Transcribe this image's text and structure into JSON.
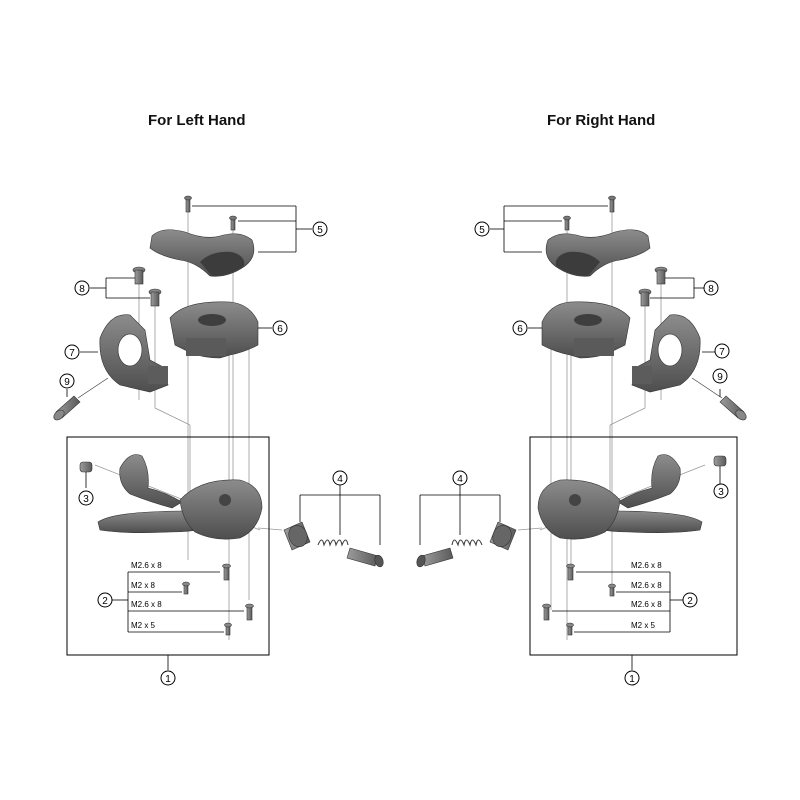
{
  "titles": {
    "left": "For Left Hand",
    "right": "For Right Hand"
  },
  "callouts": [
    "1",
    "2",
    "3",
    "4",
    "5",
    "6",
    "7",
    "8",
    "9"
  ],
  "screw_sizes": {
    "left": [
      "M2.6 x 8",
      "M2 x 8",
      "M2.6 x 8",
      "M2 x 5"
    ],
    "right": [
      "M2.6 x 8",
      "M2.6 x 8",
      "M2.6 x 8",
      "M2 x 5"
    ]
  },
  "colors": {
    "part_fill": "#6d6d6d",
    "part_dark": "#4a4a4a",
    "part_light": "#9a9a9a",
    "line": "#000000",
    "leader": "#999999"
  }
}
